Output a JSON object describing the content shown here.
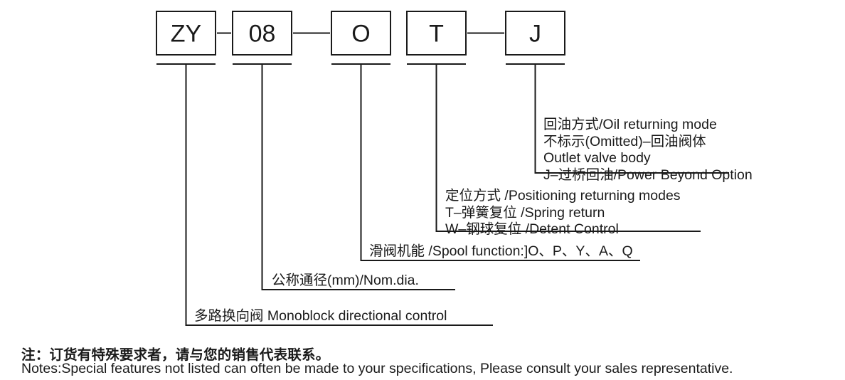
{
  "diagram": {
    "type": "model-code-breakdown",
    "title_code": "ZY-08-O-T-J",
    "code_boxes": [
      {
        "id": "series",
        "label": "ZY"
      },
      {
        "id": "nominal-dia",
        "label": "08"
      },
      {
        "id": "spool-func",
        "label": "O"
      },
      {
        "id": "positioning",
        "label": "T"
      },
      {
        "id": "oil-return",
        "label": "J"
      }
    ],
    "annotations": [
      {
        "id": "oil-returning-mode",
        "for_box": "oil-return",
        "lines": [
          "回油方式/Oil returning mode",
          " 不标示(Omitted)–回油阀体",
          "Outlet valve body",
          "J–过桥回油/Power Beyond Option"
        ]
      },
      {
        "id": "positioning-modes",
        "for_box": "positioning",
        "lines": [
          "定位方式 /Positioning returning modes",
          "T–弹簧复位 /Spring return",
          "W–钢球复位 /Detent Control"
        ]
      },
      {
        "id": "spool-function",
        "for_box": "spool-func",
        "lines": [
          "滑阀机能 /Spool function:]O、P、Y、A、Q"
        ]
      },
      {
        "id": "nominal-diameter",
        "for_box": "nominal-dia",
        "lines": [
          "公称通径(mm)/Nom.dia."
        ]
      },
      {
        "id": "monoblock-directional-control",
        "for_box": "series",
        "lines": [
          "多路换向阀 Monoblock directional control"
        ]
      }
    ]
  },
  "notes": {
    "cn": "注：订货有特殊要求者，请与您的销售代表联系。",
    "en": "Notes:Special features not listed can often be made to your specifications, Please consult your sales representative."
  },
  "colors": {
    "ink": "#1a1a1a",
    "background": "#ffffff"
  }
}
